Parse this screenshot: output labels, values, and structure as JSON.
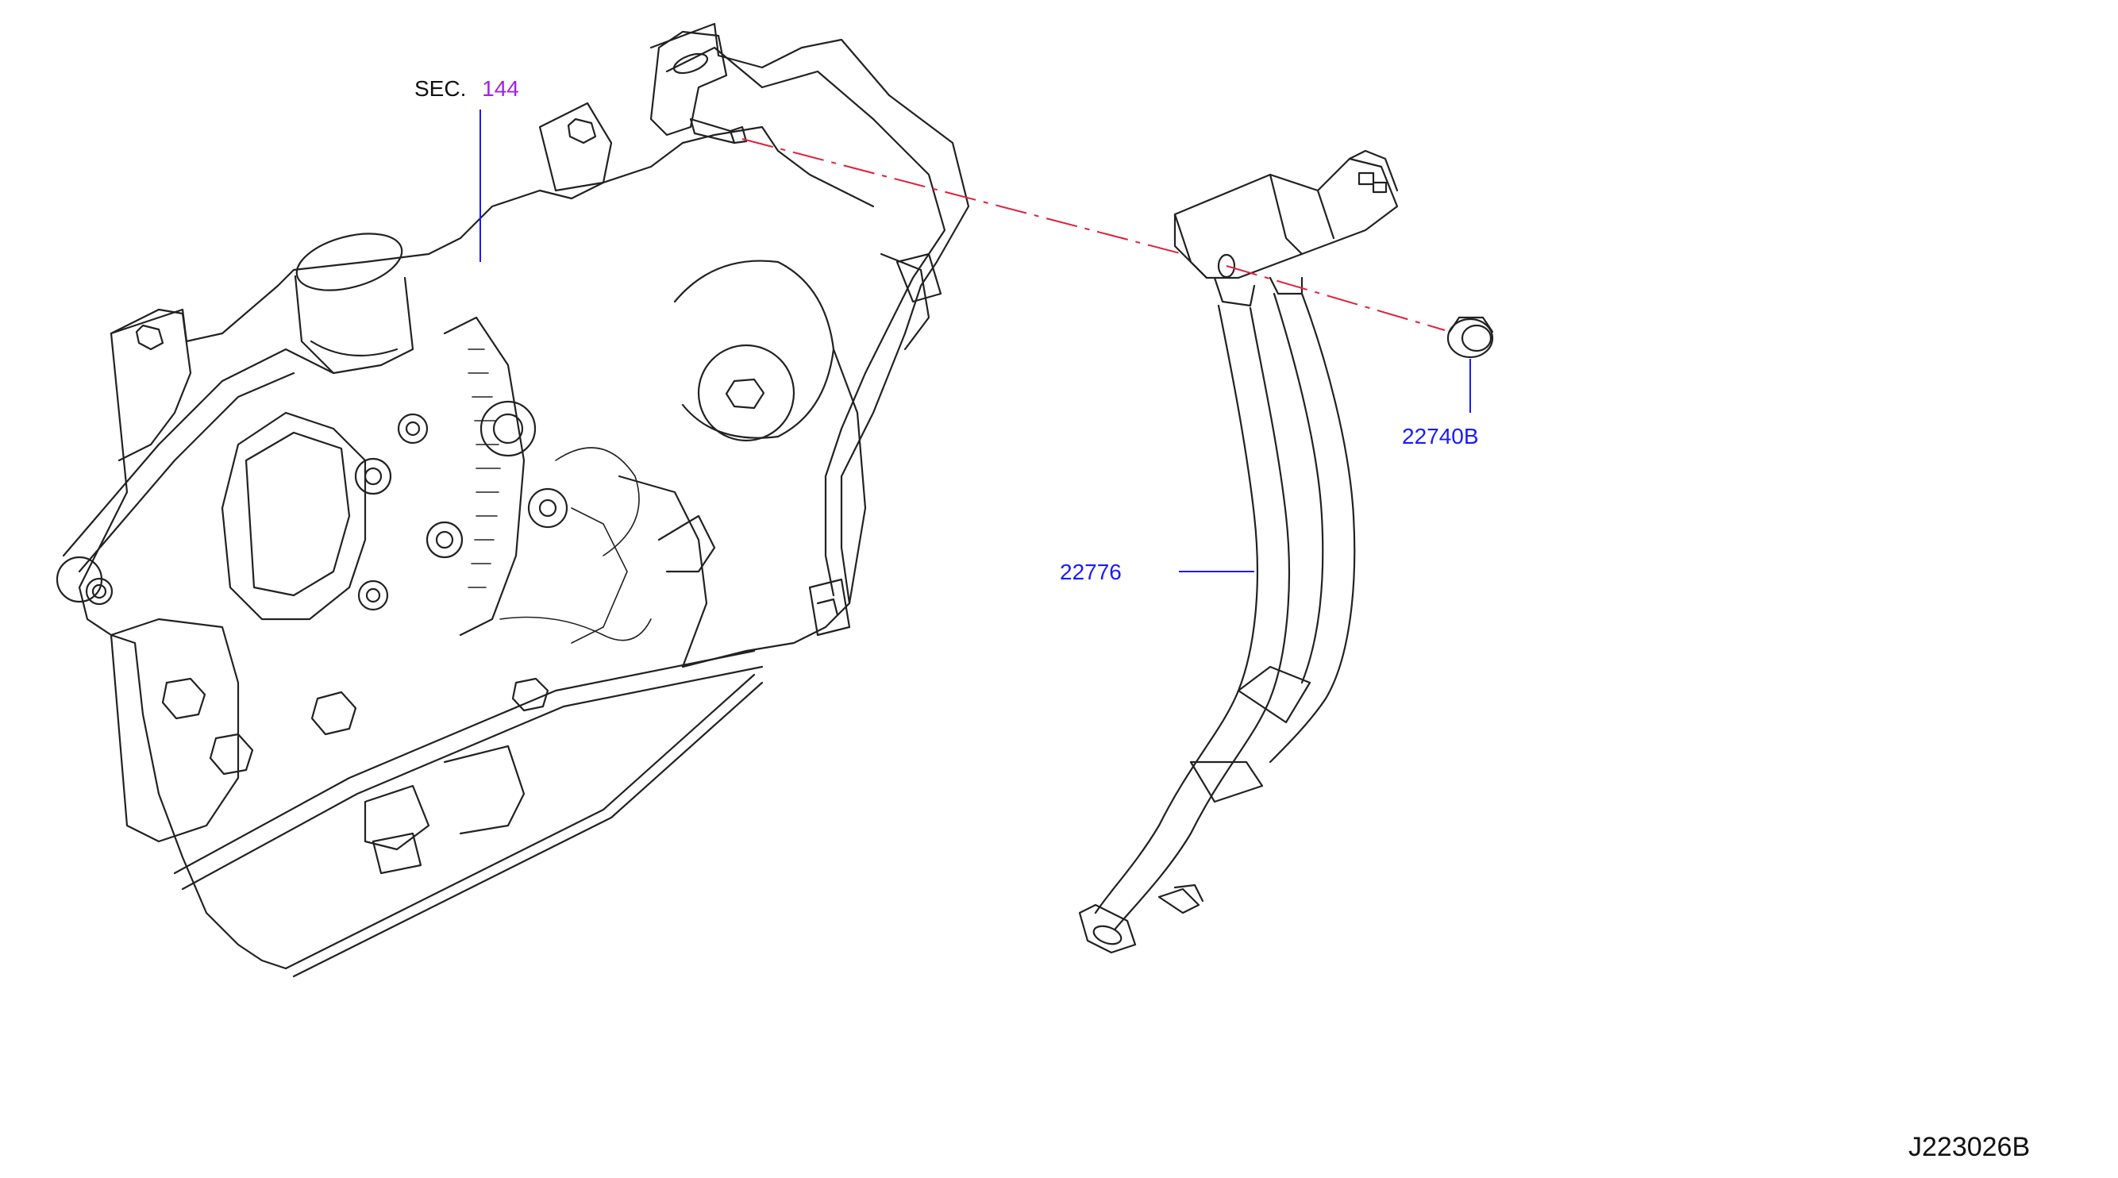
{
  "labels": {
    "sec_prefix": "SEC.",
    "sec_number": "144",
    "part_nut": "22740B",
    "part_hose": "22776",
    "diagram_code": "J223026B"
  },
  "colors": {
    "part_label": "#1a1aff",
    "section_ref": "#a020f0",
    "alignment_line": "#e0203a",
    "line_art": "#222222"
  },
  "icons": {
    "engine": "engine-block-line-art",
    "sensor": "pressure-sensor-line-art",
    "hose": "vacuum-hose-line-art",
    "nut": "flange-nut-icon"
  }
}
